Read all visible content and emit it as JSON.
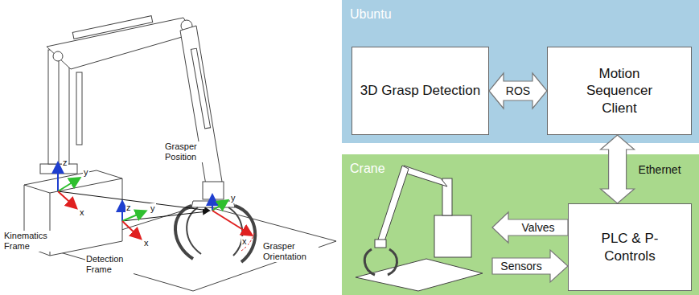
{
  "diagram": {
    "nodes": [
      {
        "text": [
          "Ubuntu"
        ]
      },
      {
        "text": [
          "3D Grasp Detection"
        ],
        "in": 0
      },
      {
        "text": [
          "Motion Sequencer Client"
        ],
        "in": 0
      },
      {
        "text": [
          "Crane"
        ]
      },
      {
        "text": [
          "PLC & P-Controls"
        ],
        "in": 3
      }
    ],
    "edges": [
      {
        "from": 1,
        "to": 2,
        "label": "ROS",
        "arrow": "both"
      },
      {
        "from": 2,
        "to": 4,
        "label": "Ethernet",
        "arrow": "both"
      }
    ],
    "labels": [
      "z",
      "y",
      "x",
      "Kinematics Frame",
      "z",
      "y",
      "x",
      "Detection Frame",
      "Grasper Position",
      "y",
      "x",
      "Grasper Orientation",
      "Valves",
      "Sensors"
    ]
  }
}
